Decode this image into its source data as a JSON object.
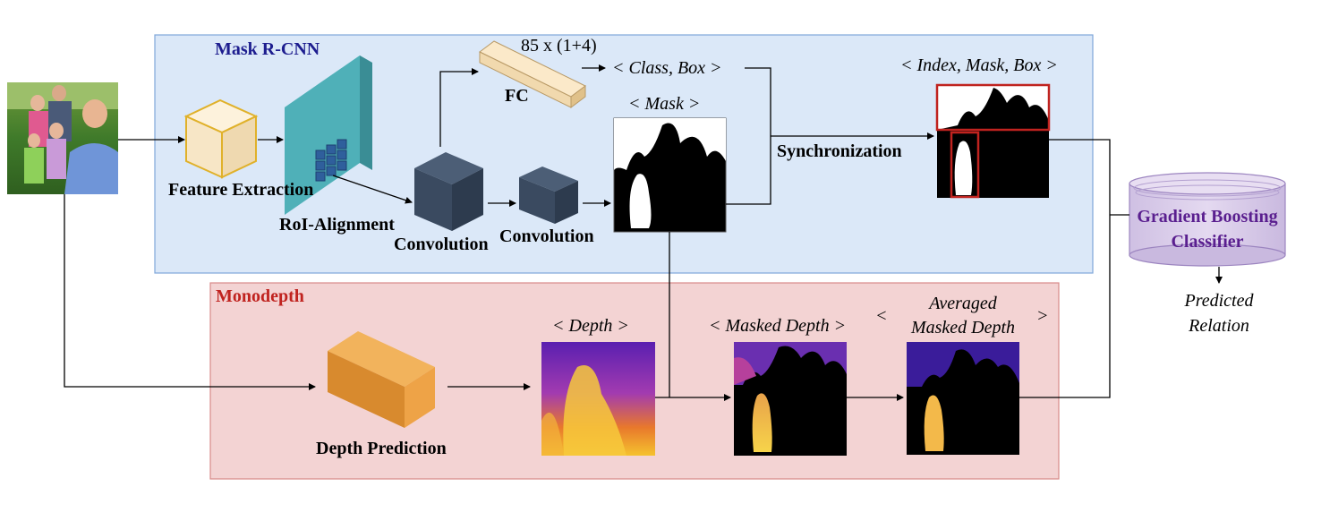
{
  "panels": {
    "mask_rcnn": {
      "title": "Mask R-CNN",
      "title_color": "#1d1d8f",
      "fill": "#dbe8f8",
      "stroke": "#7ea6d9"
    },
    "monodepth": {
      "title": "Monodepth",
      "title_color": "#c0231f",
      "fill": "#f3d3d3",
      "stroke": "#d88a88"
    }
  },
  "labels": {
    "feature_extraction": "Feature Extraction",
    "roi_alignment": "RoI-Alignment",
    "convolution_1": "Convolution",
    "convolution_2": "Convolution",
    "fc": "FC",
    "fc_dims": "85 x (1+4)",
    "class_box": "< Class, Box >",
    "mask": "< Mask >",
    "synchronization": "Synchronization",
    "index_mask_box": "< Index, Mask, Box >",
    "classifier_line1": "Gradient Boosting",
    "classifier_line2": "Classifier",
    "classifier_color": "#5a1f8f",
    "predicted_line1": "Predicted",
    "predicted_line2": "Relation",
    "depth_prediction": "Depth Prediction",
    "depth": "< Depth >",
    "masked_depth": "< Masked Depth >",
    "avg_open": "<",
    "avg_line1": "Averaged",
    "avg_line2": "Masked Depth",
    "avg_close": ">"
  }
}
